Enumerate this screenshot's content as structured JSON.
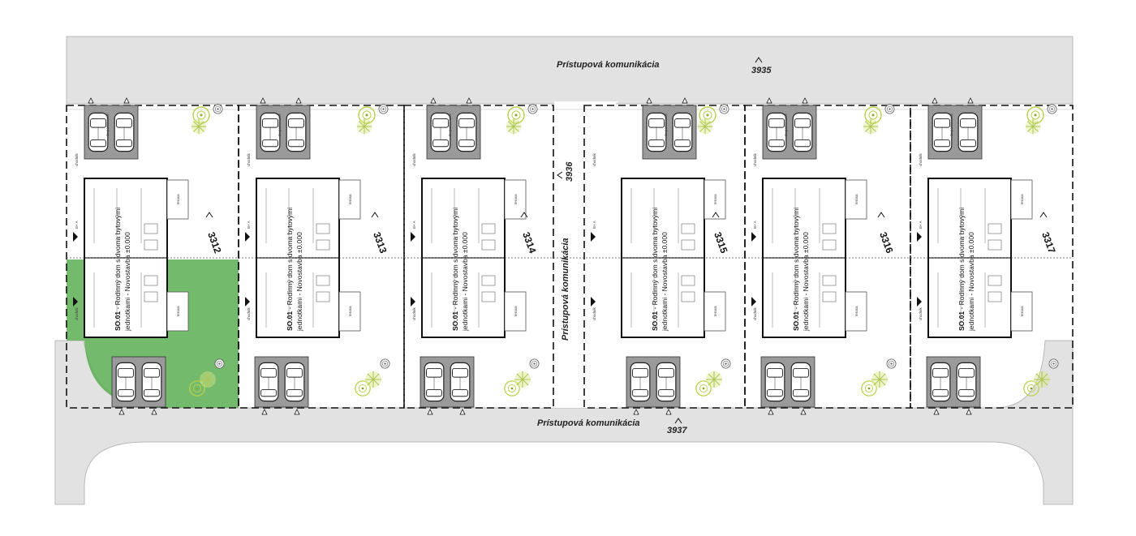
{
  "roads": {
    "top_label": "Prístupová komunikácia",
    "bottom_label": "Prístupová komunikácia",
    "middle_label": "Prístupová komunikácia",
    "top_parcel": "3935",
    "middle_parcel": "3936",
    "bottom_parcel": "3937"
  },
  "plots": [
    {
      "parcel": "3312",
      "highlighted": true
    },
    {
      "parcel": "3313",
      "highlighted": false
    },
    {
      "parcel": "3314",
      "highlighted": false
    },
    {
      "parcel": "3315",
      "highlighted": false
    },
    {
      "parcel": "3316",
      "highlighted": false
    },
    {
      "parcel": "3317",
      "highlighted": false
    }
  ],
  "house": {
    "code": "SO.01",
    "line1": " - Rodinný dom s dvoma bytovými",
    "line2": "jednotkami - Novostavba ±0.000",
    "terrace_label": "terasa",
    "parking_label": "2x parkovanie",
    "path_label": "chodník",
    "entrance_label": "B+ A"
  },
  "colors": {
    "road": "#e2e2e2",
    "highlight": "#5cae53",
    "tree": "#c8dc5a",
    "parking": "#9a9a9a"
  }
}
